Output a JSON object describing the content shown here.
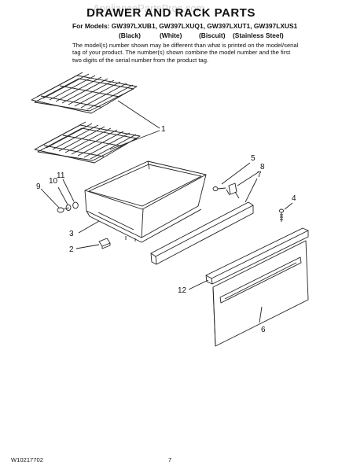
{
  "header": {
    "title": "DRAWER AND RACK PARTS",
    "watermark": "AppliancePartsPros.com",
    "models_line": "For Models: GW397LXUB1, GW397LXUQ1, GW397LXUT1, GW397LXUS1",
    "colors": [
      "(Black)",
      "(White)",
      "(Biscuit)",
      "(Stainless Steel)"
    ],
    "note": "The model(s) number shown may be different than what is printed on the model/serial tag of your product. The number(s) shown combine the model number and the first two digits of the serial number from the product tag."
  },
  "callouts": [
    "1",
    "5",
    "8",
    "7",
    "11",
    "10",
    "9",
    "4",
    "3",
    "2",
    "12",
    "6"
  ],
  "footer": {
    "doc_number": "W10217702",
    "page_number": "7"
  }
}
